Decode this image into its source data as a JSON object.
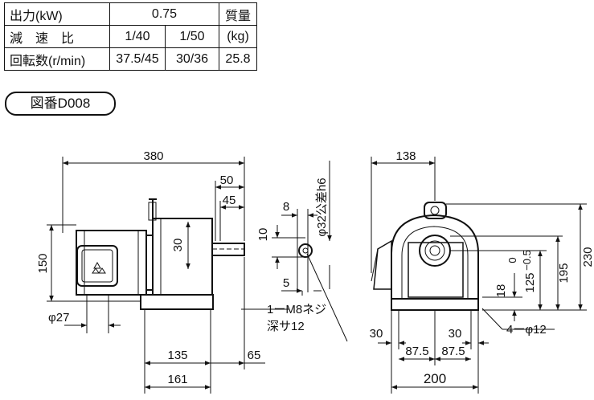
{
  "spec_table": {
    "row1": {
      "label": "出力(kW)",
      "value": "0.75",
      "weight_label": "質量"
    },
    "row2": {
      "label": "減　速　比",
      "ratio1": "1/40",
      "ratio2": "1/50",
      "weight_unit": "(kg)"
    },
    "row3": {
      "label": "回転数(r/min)",
      "speed1": "37.5/45",
      "speed2": "30/36",
      "weight": "25.8"
    }
  },
  "drawing_id": "図番D008",
  "dims": {
    "overall_length": "380",
    "d50": "50",
    "d45": "45",
    "height150": "150",
    "d30_side": "30",
    "phi27": "φ27",
    "d135": "135",
    "d65": "65",
    "d161": "161",
    "shaft_8": "8",
    "shaft_10": "10",
    "shaft_5": "5",
    "shaft_dia": "φ32公差h6",
    "tap_line1": "1ーM8ネジ",
    "tap_line2": "深サ12",
    "d138": "138",
    "d230": "230",
    "d195": "195",
    "tol": "0\n−0.5",
    "tol_top": "0",
    "tol_bot": "−0.5",
    "d125": "125",
    "d18": "18",
    "front_30_left": "30",
    "front_30_right": "30",
    "d87a": "87.5",
    "d87b": "87.5",
    "d200": "200",
    "holes": "4ーφ12"
  },
  "colors": {
    "line": "#111111",
    "motor_fill": "#ffffff"
  }
}
